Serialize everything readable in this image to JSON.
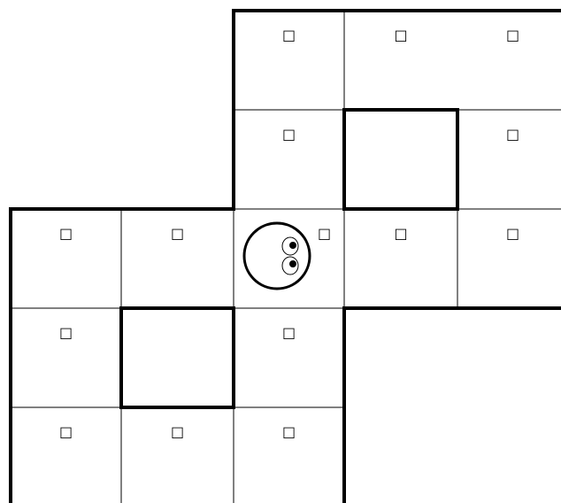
{
  "game": {
    "type": "grid-maze",
    "player": {
      "row": 2,
      "col": 2,
      "facing": "right",
      "icon": "ball-with-eyes"
    },
    "cell_marker": "□",
    "cells": [
      {
        "row": 0,
        "col": 2,
        "marker": true
      },
      {
        "row": 0,
        "col": 3,
        "marker": true
      },
      {
        "row": 0,
        "col": 4,
        "marker": true
      },
      {
        "row": 1,
        "col": 2,
        "marker": true
      },
      {
        "row": 1,
        "col": 4,
        "marker": true
      },
      {
        "row": 2,
        "col": 0,
        "marker": true
      },
      {
        "row": 2,
        "col": 1,
        "marker": true
      },
      {
        "row": 2,
        "col": 2,
        "marker": true
      },
      {
        "row": 2,
        "col": 3,
        "marker": true
      },
      {
        "row": 2,
        "col": 4,
        "marker": true
      },
      {
        "row": 3,
        "col": 0,
        "marker": true
      },
      {
        "row": 3,
        "col": 2,
        "marker": true
      },
      {
        "row": 4,
        "col": 0,
        "marker": true
      },
      {
        "row": 4,
        "col": 1,
        "marker": true
      },
      {
        "row": 4,
        "col": 2,
        "marker": true
      }
    ],
    "blocks": [
      {
        "row": 1,
        "col": 3
      },
      {
        "row": 3,
        "col": 1
      }
    ]
  },
  "colors": {
    "line": "#000000",
    "background": "#ffffff"
  }
}
